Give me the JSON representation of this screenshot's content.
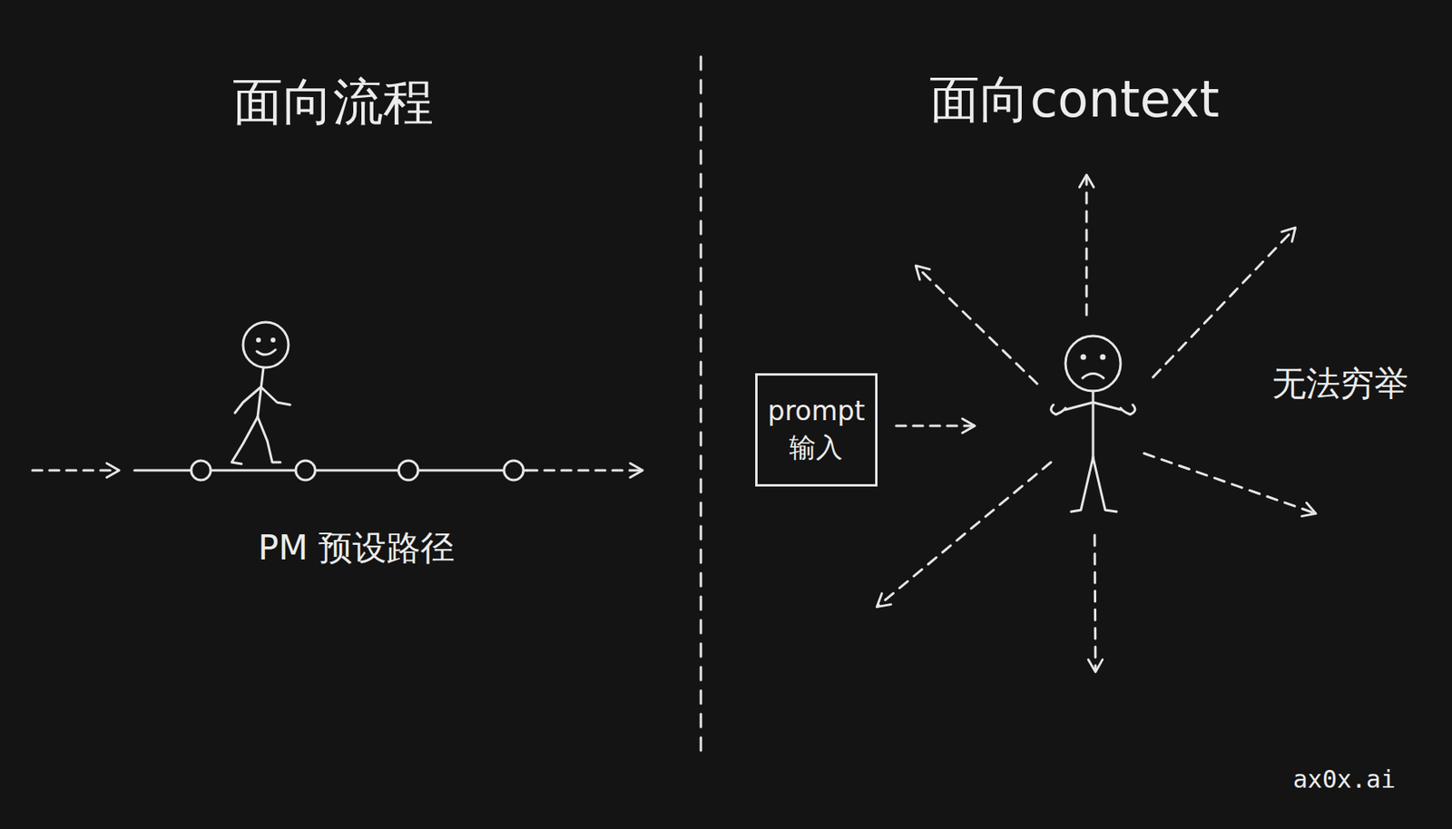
{
  "diagram": {
    "nodes": [
      {
        "text": [
          "prompt 输入"
        ]
      }
    ],
    "labels": [
      "面向流程",
      "面向context",
      "PM 预设路径",
      "无法穷举",
      "ax0x.ai"
    ]
  }
}
